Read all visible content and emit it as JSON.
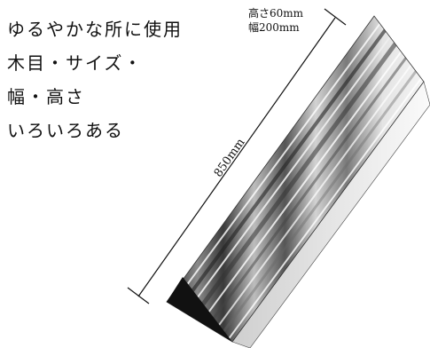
{
  "description": {
    "lines": [
      "ゆるやかな所に使用",
      "木目・サイズ・",
      "幅・高さ",
      "いろいろある"
    ]
  },
  "spec": {
    "height": "高さ60mm",
    "width": "幅200mm"
  },
  "dimension": {
    "length": "850mm"
  },
  "colors": {
    "ink": "#111111",
    "background": "#ffffff"
  }
}
